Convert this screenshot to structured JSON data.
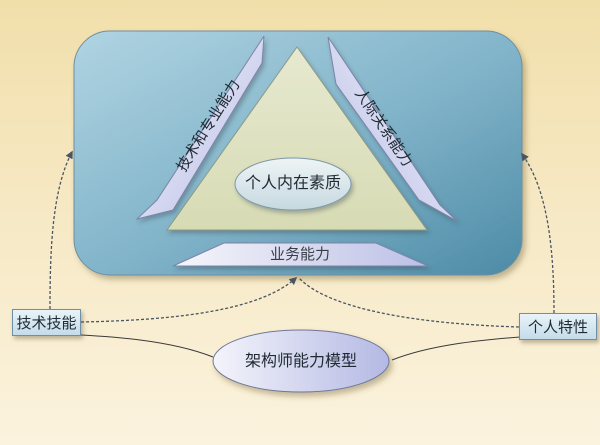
{
  "diagram": {
    "title": "架构师能力模型",
    "container": {
      "label": "",
      "fill_top": "#a9cedd",
      "fill_bottom": "#4f8ea8"
    },
    "core": {
      "triangle_fill": "#dfe2c1",
      "center_label": "个人内在素质"
    },
    "sides": {
      "left": "技术和专业能力",
      "right": "人际关系能力",
      "bottom": "业务能力"
    },
    "nodes": {
      "left": "技术技能",
      "right": "个人特性",
      "center": "架构师能力模型"
    },
    "edges": [
      {
        "from": "技术技能",
        "to": "container",
        "style": "dashed-arrow"
      },
      {
        "from": "个人特性",
        "to": "container",
        "style": "dashed-arrow"
      },
      {
        "from": "技术技能",
        "to": "业务能力",
        "style": "dashed-arrow"
      },
      {
        "from": "个人特性",
        "to": "业务能力",
        "style": "dashed-arrow"
      },
      {
        "from": "架构师能力模型",
        "to": "技术技能",
        "style": "solid"
      },
      {
        "from": "架构师能力模型",
        "to": "个人特性",
        "style": "solid"
      }
    ],
    "colors": {
      "background": "#f4e6bd",
      "banner_fill": "#d9dcf2",
      "line": "#4a5560",
      "text": "#1f2a33"
    }
  }
}
